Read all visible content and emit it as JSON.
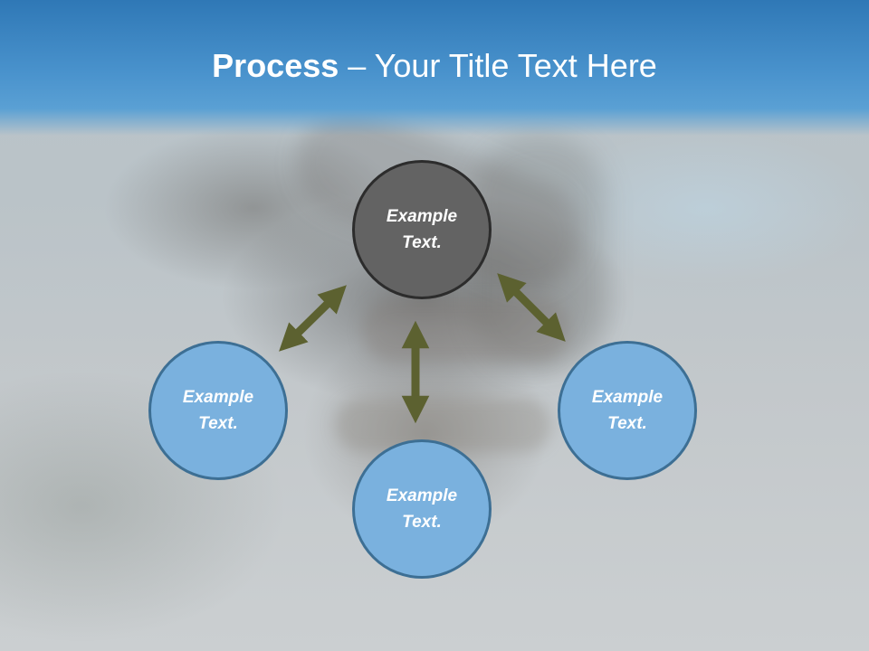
{
  "slide": {
    "title_bold": "Process",
    "title_rest": " – Your Title Text Here"
  },
  "diagram": {
    "center": {
      "line1": "Example",
      "line2": "Text."
    },
    "left": {
      "line1": "Example",
      "line2": "Text."
    },
    "right": {
      "line1": "Example",
      "line2": "Text."
    },
    "bottom": {
      "line1": "Example",
      "line2": "Text."
    },
    "colors": {
      "center_fill": "#636363",
      "node_fill": "#7ab1de",
      "node_border": "#3d6f94",
      "arrow": "#5c6130",
      "title_band": "#4a93cd"
    }
  }
}
